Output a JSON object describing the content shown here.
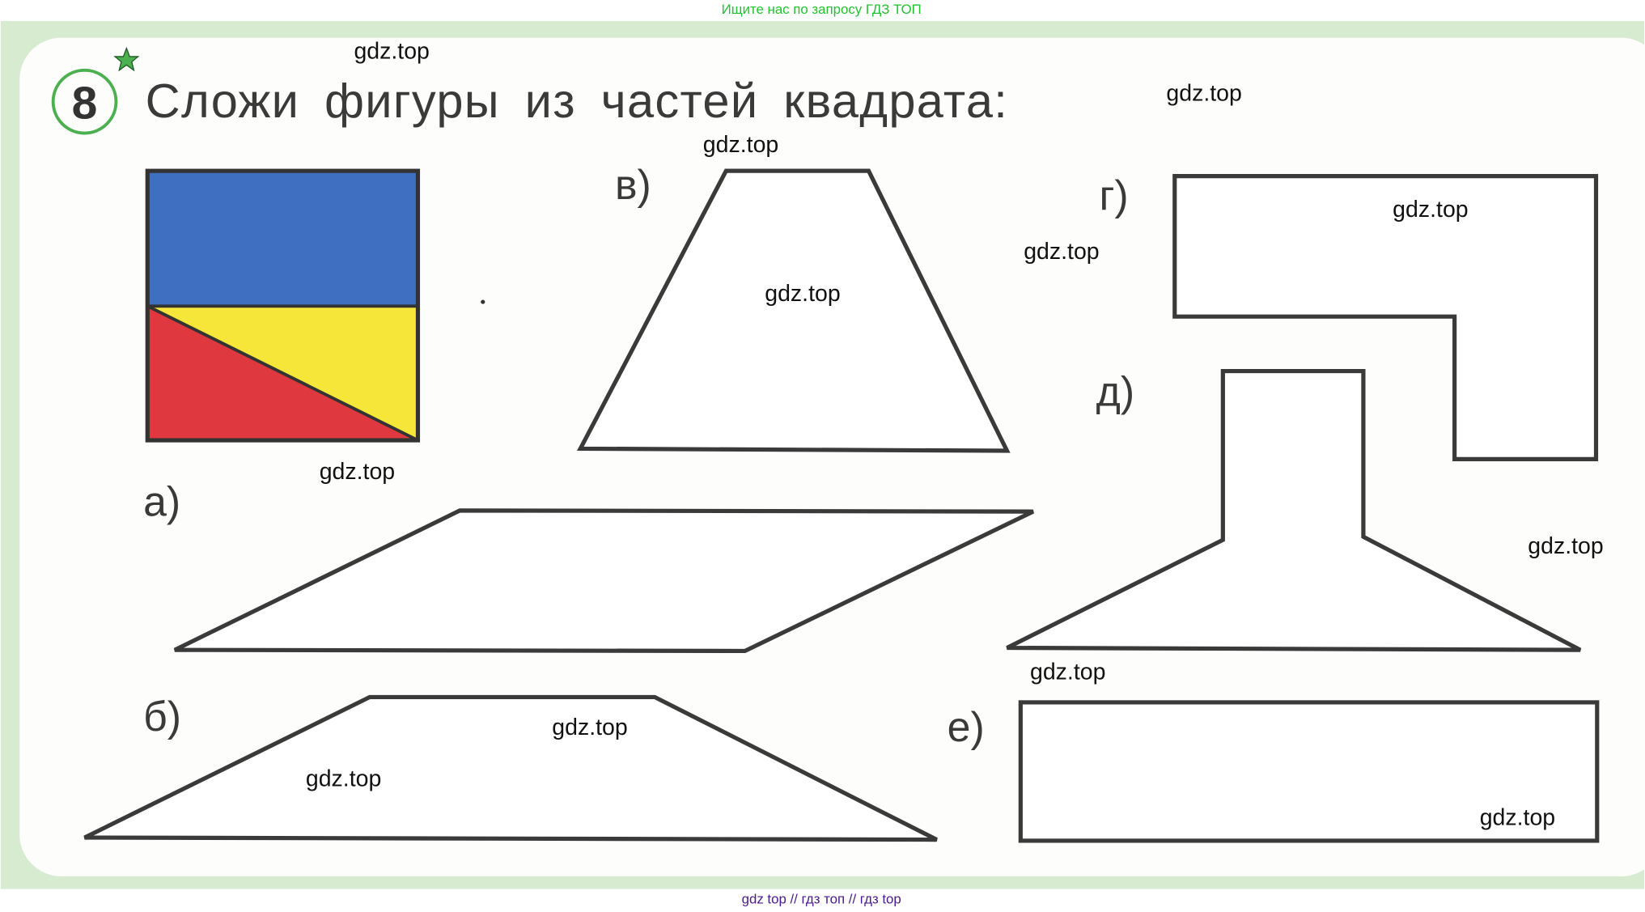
{
  "top_banner": "Ищите нас по запросу ГДЗ ТОП",
  "bottom_banner": "gdz top  //  гдз топ  //  гдз top",
  "task": {
    "number": "8",
    "title": "Сложи фигуры из частей квадрата:"
  },
  "labels": {
    "a": "а)",
    "b": "б)",
    "v": "в)",
    "g": "г)",
    "d": "д)",
    "e": "е)"
  },
  "watermark": "gdz.top",
  "colors": {
    "blue": "#3f6fc0",
    "yellow": "#f6e63a",
    "red": "#e0383f",
    "accent_green": "#4caf50",
    "banner_green": "#22c230",
    "banner_purple": "#4b1a8a"
  }
}
